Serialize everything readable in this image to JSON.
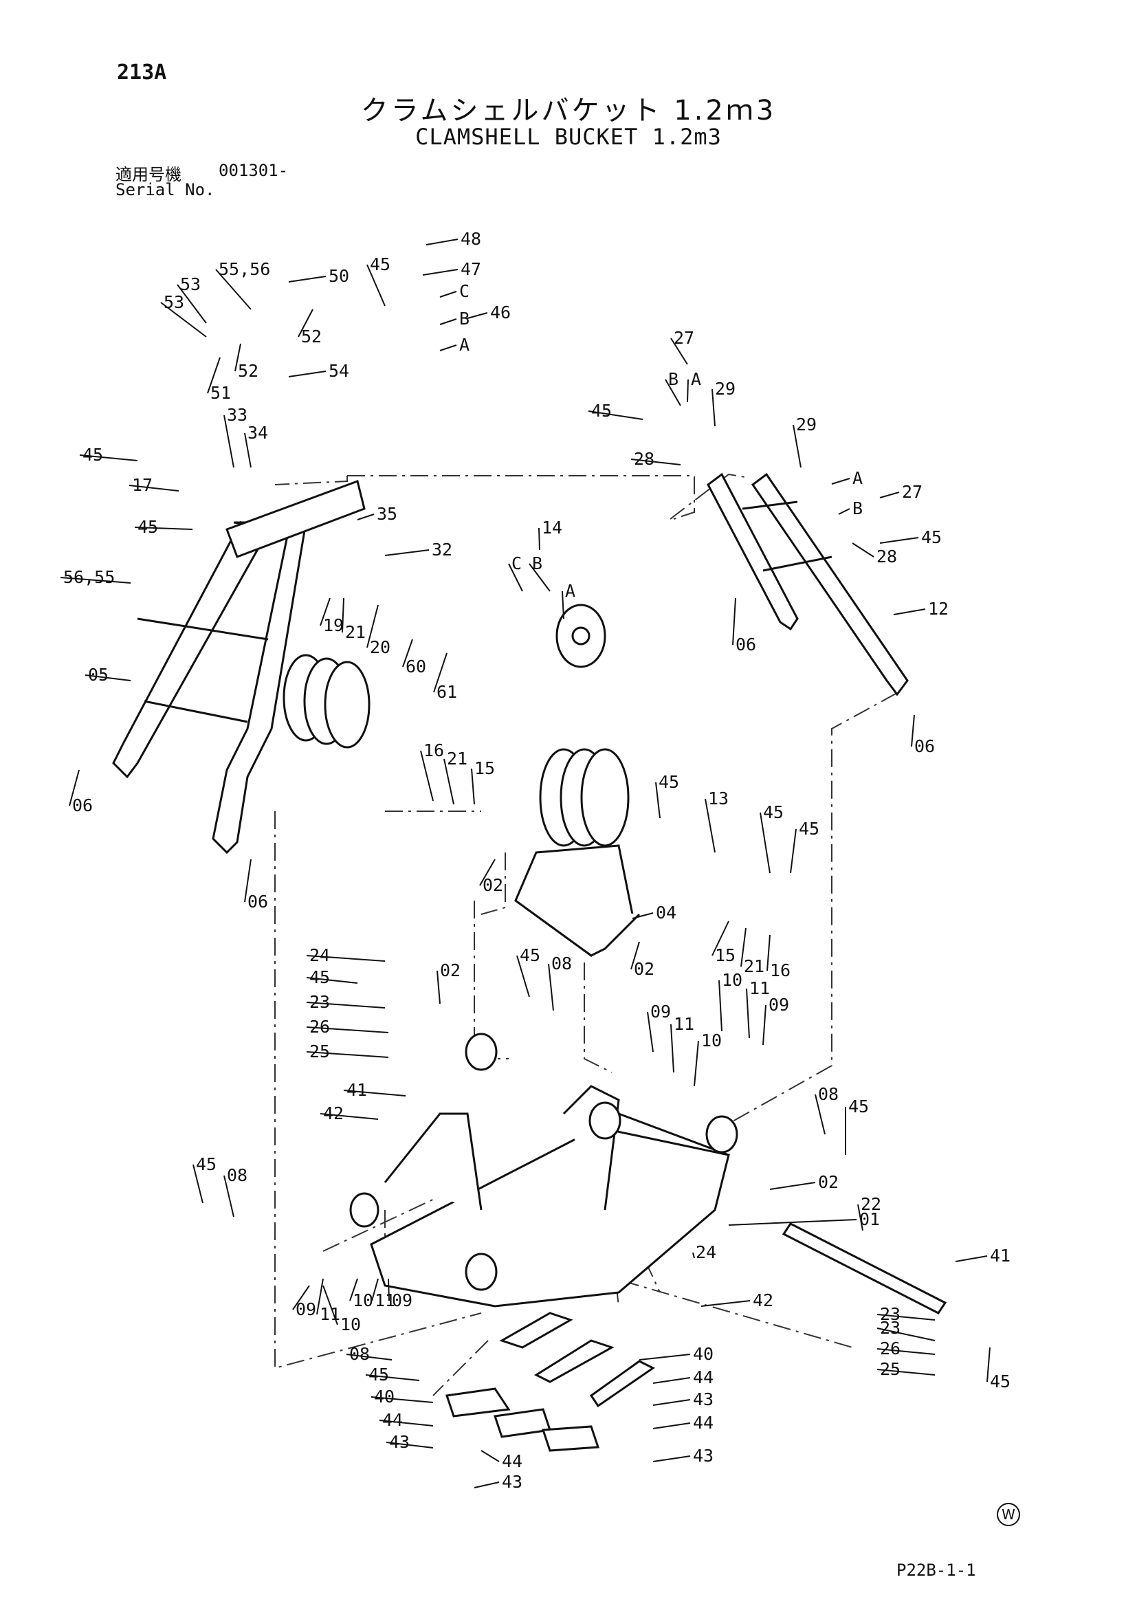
{
  "header": {
    "page_number": "213A",
    "title_jp": "クラムシェルバケット 1.2ｍ3",
    "title_en": "CLAMSHELL BUCKET 1.2m3",
    "serial_label_jp": "適用号機",
    "serial_value": "001301-",
    "serial_label_en": "Serial No."
  },
  "footer": {
    "watermark": "W",
    "figure_id": "P22B-1-1"
  },
  "callouts": [
    "48",
    "47",
    "45",
    "46",
    "C",
    "B",
    "A",
    "55,56",
    "50",
    "53",
    "53",
    "52",
    "52",
    "51",
    "54",
    "27",
    "B",
    "A",
    "29",
    "45",
    "28",
    "29",
    "A",
    "27",
    "B",
    "28",
    "45",
    "33",
    "34",
    "45",
    "17",
    "45",
    "35",
    "32",
    "56,55",
    "19",
    "21",
    "20",
    "60",
    "61",
    "14",
    "C",
    "B",
    "A",
    "05",
    "12",
    "06",
    "06",
    "06",
    "06",
    "16",
    "21",
    "15",
    "45",
    "13",
    "45",
    "45",
    "02",
    "04",
    "02",
    "15",
    "21",
    "16",
    "24",
    "45",
    "23",
    "26",
    "25",
    "02",
    "45",
    "08",
    "09",
    "11",
    "10",
    "10",
    "11",
    "09",
    "41",
    "42",
    "08",
    "45",
    "45",
    "08",
    "02",
    "01",
    "22",
    "24",
    "42",
    "41",
    "23",
    "23",
    "26",
    "25",
    "45",
    "09",
    "11",
    "10",
    "10",
    "11",
    "09",
    "08",
    "45",
    "40",
    "40",
    "44",
    "43",
    "44",
    "43",
    "44",
    "43",
    "44",
    "43"
  ],
  "colors": {
    "ink": "#111111",
    "paper": "#ffffff"
  }
}
